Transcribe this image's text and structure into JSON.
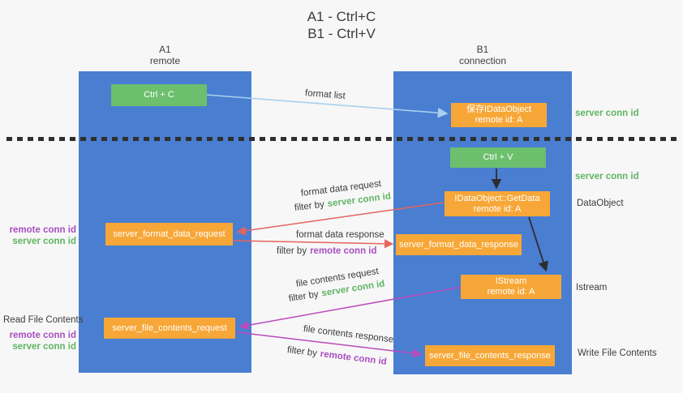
{
  "title": {
    "lines": [
      "A1 - Ctrl+C",
      "B1 - Ctrl+V"
    ]
  },
  "columns": {
    "a1": {
      "name": "A1",
      "subtitle": "remote"
    },
    "b1": {
      "name": "B1",
      "subtitle": "connection"
    }
  },
  "boxes": {
    "ctrl_c": {
      "label": "Ctrl + C"
    },
    "save_idataobject": {
      "line1": "保存IDataObject",
      "line2": "remote id: A"
    },
    "ctrl_v": {
      "label": "Ctrl + V"
    },
    "getdata": {
      "line1": "IDataObject::GetData",
      "line2": "remote id: A"
    },
    "format_request": {
      "label": "server_format_data_request"
    },
    "format_response": {
      "label": "server_format_data_response"
    },
    "istream": {
      "line1": "IStream",
      "line2": "remote id: A"
    },
    "file_request": {
      "label": "server_file_contents_request"
    },
    "file_response": {
      "label": "server_file_contents_response"
    }
  },
  "arrow_labels": {
    "format_list": "format list",
    "format_data_request": {
      "title": "format data request",
      "filter_prefix": "filter by",
      "filter_key": "server conn id"
    },
    "format_data_response": {
      "title": "format data response",
      "filter_prefix": "filter by",
      "filter_key": "remote conn id"
    },
    "file_contents_request": {
      "title": "file contents request",
      "filter_prefix": "filter by",
      "filter_key": "server conn id"
    },
    "file_contents_response": {
      "title": "file contents response",
      "filter_prefix": "filter by",
      "filter_key": "remote conn id"
    }
  },
  "side_labels": {
    "left": {
      "pair1": {
        "remote": "remote conn id",
        "server": "server conn id"
      },
      "read_file": "Read File Contents",
      "pair2": {
        "remote": "remote conn id",
        "server": "server conn id"
      }
    },
    "right": {
      "server_conn_1": "server conn id",
      "server_conn_2": "server conn id",
      "dataobject": "DataObject",
      "istream": "Istream",
      "write_file": "Write File Contents"
    }
  },
  "colors": {
    "lifeline_blue": "#4a7ed1",
    "action_green": "#6cbf6c",
    "message_orange": "#f7a737",
    "arrow_blue": "#a6d1ef",
    "arrow_red": "#e5645e",
    "arrow_magenta": "#bb4abb",
    "arrow_black": "#2d2d2d",
    "server_conn_green": "#5fb562",
    "remote_conn_purple": "#a84fc0",
    "background": "#f7f7f7"
  }
}
